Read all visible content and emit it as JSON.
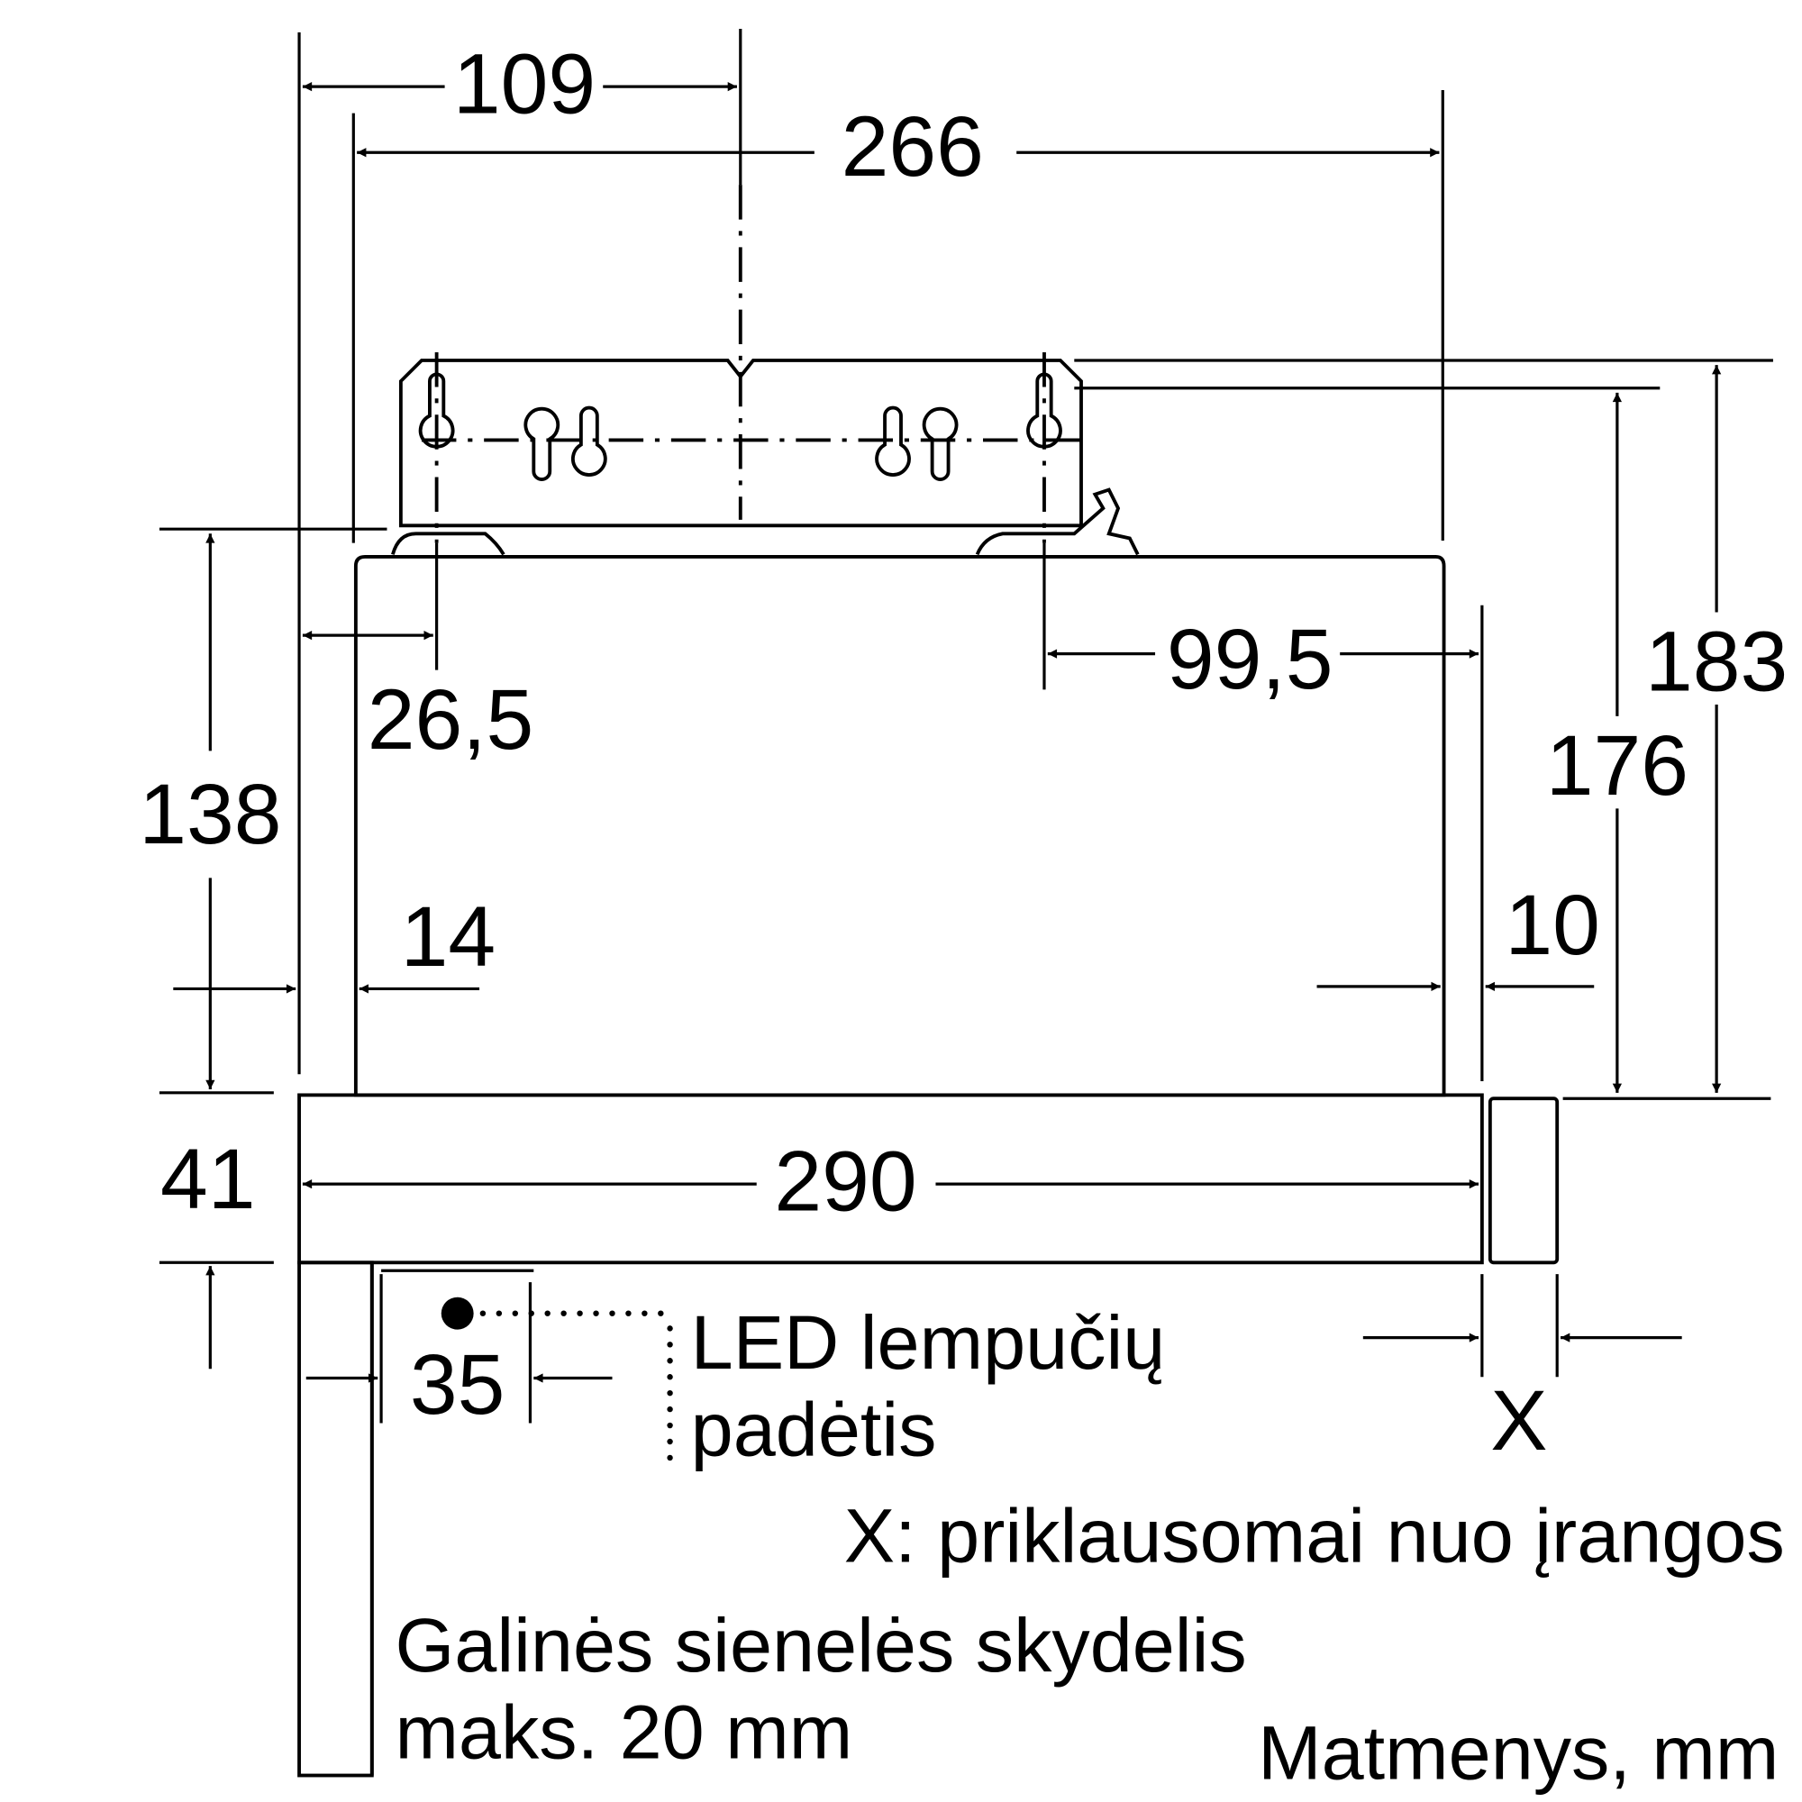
{
  "dimensions": {
    "d109": "109",
    "d266": "266",
    "d26_5": "26,5",
    "d99_5": "99,5",
    "d183": "183",
    "d176": "176",
    "d138": "138",
    "d14": "14",
    "d10": "10",
    "d41": "41",
    "d290": "290",
    "d35": "35",
    "dX": "X"
  },
  "labels": {
    "led_line1": "LED lempučių",
    "led_line2": "padėtis",
    "x_note": "X: priklausomai nuo įrangos",
    "panel_line1": "Galinės sienelės skydelis",
    "panel_line2": "maks. 20 mm",
    "units": "Matmenys, mm"
  }
}
